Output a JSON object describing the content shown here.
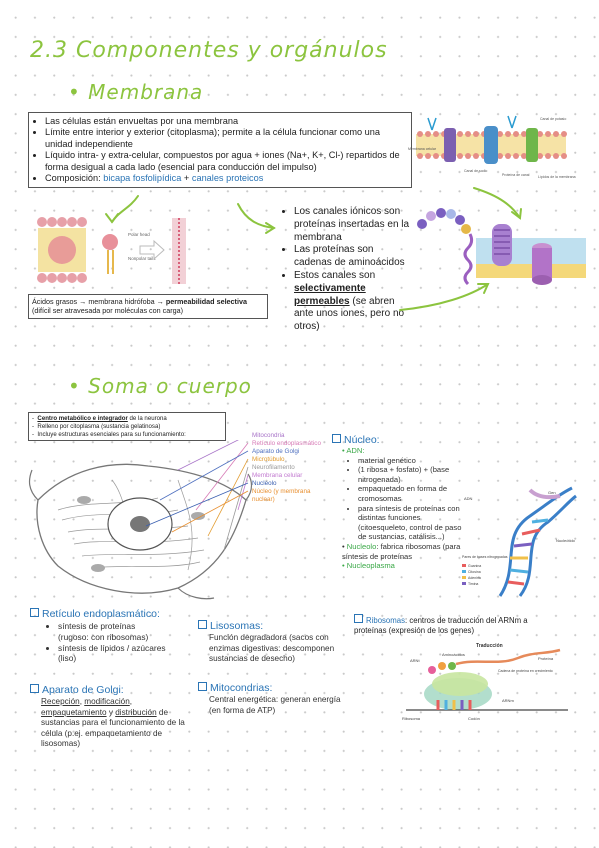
{
  "title": "2.3 Componentes y orgánulos",
  "membrana": {
    "heading": "• Membrana",
    "bullets": [
      "Las células están envueltas por una membrana",
      "Límite entre interior y exterior (citoplasma); permite a la célula funcionar como una unidad independiente",
      "Líquido intra- y extra-celular, compuestos por agua + iones (Na+, K+, Cl-) repartidos de forma desigual a cada lado (esencial para conducción del impulso)"
    ],
    "composition_prefix": "Composición: ",
    "composition_a": "bicapa fosfolipídica",
    "composition_plus": " + ",
    "composition_b": "canales proteicos",
    "fig_labels": [
      "Polar head",
      "Nonpolar tails"
    ],
    "caption_a": "Ácidos grasos → membrana hidrófoba → ",
    "caption_b": "permeabilidad selectiva",
    "caption_c": "(difícil ser atravesada por moléculas con carga)",
    "canales": [
      "Los canales iónicos son proteínas insertadas en la membrana",
      "Las proteínas son cadenas de aminoácidos"
    ],
    "canales3_pre": "Estos canales son ",
    "canales3_u": "selectivamente permeables",
    "canales3_post": " (se abren ante unos iones, pero no otros)",
    "top_fig_labels": [
      "Membrana celular",
      "Canal de potasio",
      "Canal de sodio",
      "Proteína de canal",
      "Lípidos de la membrana"
    ]
  },
  "soma": {
    "heading": "• Soma o cuerpo",
    "intro": [
      {
        "u": "Centro metabólico e integrador",
        "t": " de la neurona"
      },
      {
        "u": "",
        "t": "Relleno por citoplasma (sustancia gelatinosa)"
      },
      {
        "u": "",
        "t": "Incluye estructuras esenciales para su funcionamiento:"
      }
    ],
    "legend": [
      {
        "label": "Mitocondria",
        "color": "#a874c8"
      },
      {
        "label": "Retículo endoplasmático",
        "color": "#d77ab6"
      },
      {
        "label": "Aparato de Golgi",
        "color": "#4e6fbf"
      },
      {
        "label": "Microtúbulo",
        "color": "#e29b2e"
      },
      {
        "label": "Neurofilamento",
        "color": "#999999"
      },
      {
        "label": "Membrana celular",
        "color": "#c27ad0"
      },
      {
        "label": "Nucleolo",
        "color": "#3a5fb0"
      },
      {
        "label": "Núcleo (y membrana nuclear)",
        "color": "#e88f2f"
      }
    ],
    "nucleo": {
      "title": "Núcleo:",
      "adn": "ADN:",
      "items": [
        "material genético",
        "(1 ribosa + fosfato) + (base nitrogenada)",
        "empaquetado en forma de cromosomas",
        "para síntesis de proteínas con distintas funciones (citoesqueleto, control de paso de sustancias, catálisis...)"
      ],
      "nucleolo_a": "Nucleolo",
      "nucleolo_b": ": fabrica ribosomas (para síntesis de proteínas",
      "nucleoplasma": "Nucleoplasma",
      "dna_labels": [
        "ADN",
        "Gen",
        "Nucleótido",
        "Pares de bases nitrogenadas",
        "Guanina",
        "Citosina",
        "Adenina",
        "Timina"
      ]
    },
    "reticulo": {
      "title": "Retículo endoplasmático:",
      "items": [
        "síntesis de proteínas (rugoso: con ribosomas)",
        "síntesis de lípidos / azúcares (liso)"
      ]
    },
    "lisosomas": {
      "title": "Lisosomas:",
      "text": "Función degradadora (sacos con enzimas digestivas: descomponen sustancias de desecho)"
    },
    "golgi": {
      "title": "Aparato de Golgi:",
      "w1": "Recepción",
      "w2": "modificación",
      "w3": "empaquetamiento",
      "w4": "distribución",
      "rest": " de sustancias para el funcionamiento de la célula (p.ej. empaquetamiento de lisosomas)"
    },
    "mitocondrias": {
      "title": "Mitocondrias:",
      "text": "Central energética: generan energía (en forma de ATP)"
    },
    "ribosomas": {
      "title": "Ribosomas",
      "text": ": centros de traducción del ARNm a proteínas (expresión de los genes)",
      "fig_labels": [
        "Traducción",
        "ARNt",
        "Aminoácidos",
        "Proteína",
        "Cadena de proteína en crecimiento",
        "ARNm",
        "Codón",
        "Ribosoma"
      ]
    }
  },
  "colors": {
    "title_green": "#8cc43f",
    "blue": "#2a74b5",
    "green": "#3aa847"
  }
}
